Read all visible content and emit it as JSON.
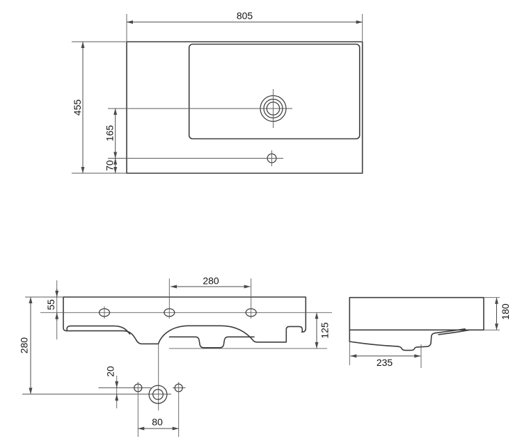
{
  "page": {
    "background_color": "#ffffff",
    "line_color": "#3c3c3c",
    "dim_line_color": "#4a4a4a",
    "text_color": "#141414"
  },
  "views": {
    "top": {
      "title": "top-view",
      "dims": {
        "width": "805",
        "depth": "455",
        "drain_to_front_hole": "165",
        "front_hole_to_edge": "70"
      }
    },
    "front": {
      "title": "front-view",
      "dims": {
        "tap_hole_spacing": "280",
        "rim_to_fixing_holes": "55",
        "overall_height": "280",
        "holes_to_low_point": "125",
        "hole_line_gap": "20",
        "fixing_hole_spacing": "80"
      }
    },
    "side": {
      "title": "side-view",
      "dims": {
        "rim_height": "180",
        "drain_center_depth": "235"
      }
    }
  }
}
